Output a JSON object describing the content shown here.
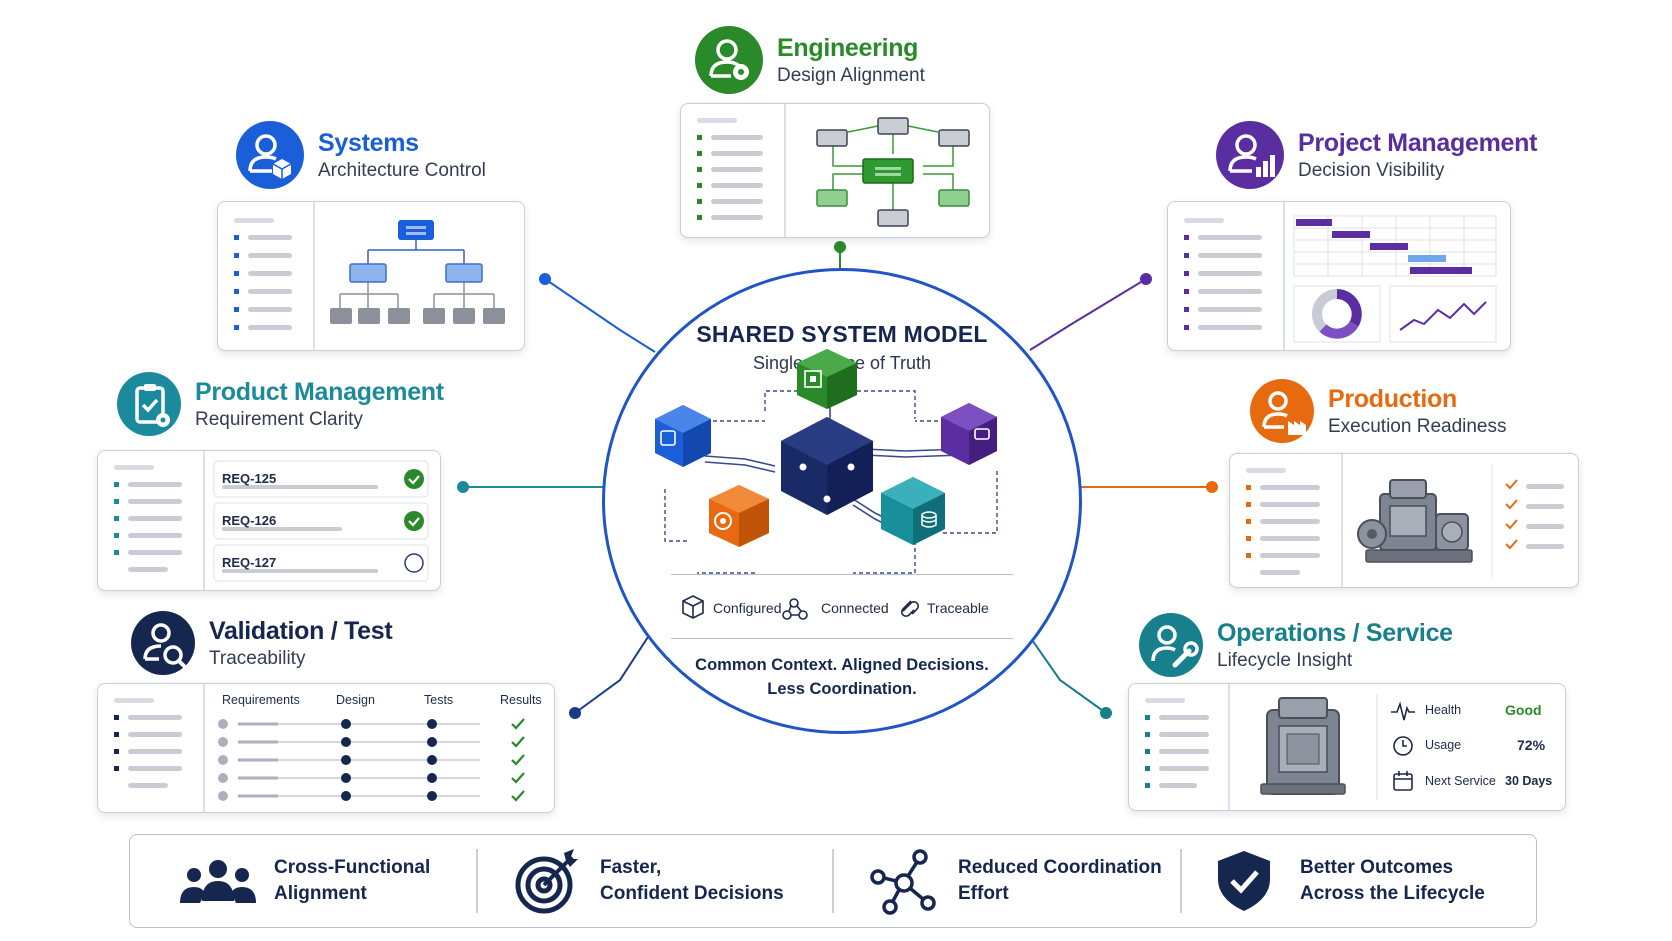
{
  "colors": {
    "systems": "#1a5ed9",
    "engineering": "#2a8a2a",
    "project": "#5a2da0",
    "product": "#1b8a9c",
    "production": "#e86a10",
    "validation": "#15264f",
    "operations": "#17808c",
    "hub_ring": "#2055c8"
  },
  "engineering": {
    "title": "Engineering",
    "subtitle": "Design Alignment",
    "icon": "person-gear-icon"
  },
  "systems": {
    "title": "Systems",
    "subtitle": "Architecture Control",
    "icon": "person-cube-icon"
  },
  "project": {
    "title": "Project Management",
    "subtitle": "Decision Visibility",
    "icon": "person-chart-icon"
  },
  "product": {
    "title": "Product Management",
    "subtitle": "Requirement Clarity",
    "icon": "clipboard-check-icon",
    "requirements": [
      {
        "id": "REQ-125",
        "status": "done"
      },
      {
        "id": "REQ-126",
        "status": "done"
      },
      {
        "id": "REQ-127",
        "status": "open"
      }
    ]
  },
  "production": {
    "title": "Production",
    "subtitle": "Execution Readiness",
    "icon": "person-factory-icon"
  },
  "validation": {
    "title": "Validation / Test",
    "subtitle": "Traceability",
    "icon": "person-magnifier-icon",
    "columns": [
      "Requirements",
      "Design",
      "Tests",
      "Results"
    ]
  },
  "operations": {
    "title": "Operations / Service",
    "subtitle": "Lifecycle Insight",
    "icon": "wrench-icon",
    "metrics": [
      {
        "label": "Health",
        "value": "Good",
        "icon": "pulse-icon"
      },
      {
        "label": "Usage",
        "value": "72%",
        "icon": "clock-icon"
      },
      {
        "label": "Next Service",
        "value": "30 Days",
        "icon": "calendar-icon"
      }
    ]
  },
  "hub": {
    "title": "SHARED SYSTEM MODEL",
    "subtitle": "Single Source of Truth",
    "features": [
      {
        "label": "Configured",
        "icon": "cube-outline-icon"
      },
      {
        "label": "Connected",
        "icon": "nodes-icon"
      },
      {
        "label": "Traceable",
        "icon": "link-icon"
      }
    ],
    "footer_line1": "Common Context. Aligned Decisions.",
    "footer_line2": "Less Coordination."
  },
  "benefits": [
    {
      "line1": "Cross-Functional",
      "line2": "Alignment",
      "icon": "team-icon"
    },
    {
      "line1": "Faster,",
      "line2": "Confident Decisions",
      "icon": "target-icon"
    },
    {
      "line1": "Reduced Coordination",
      "line2": "Effort",
      "icon": "network-icon"
    },
    {
      "line1": "Better Outcomes",
      "line2": "Across the Lifecycle",
      "icon": "shield-check-icon"
    }
  ]
}
